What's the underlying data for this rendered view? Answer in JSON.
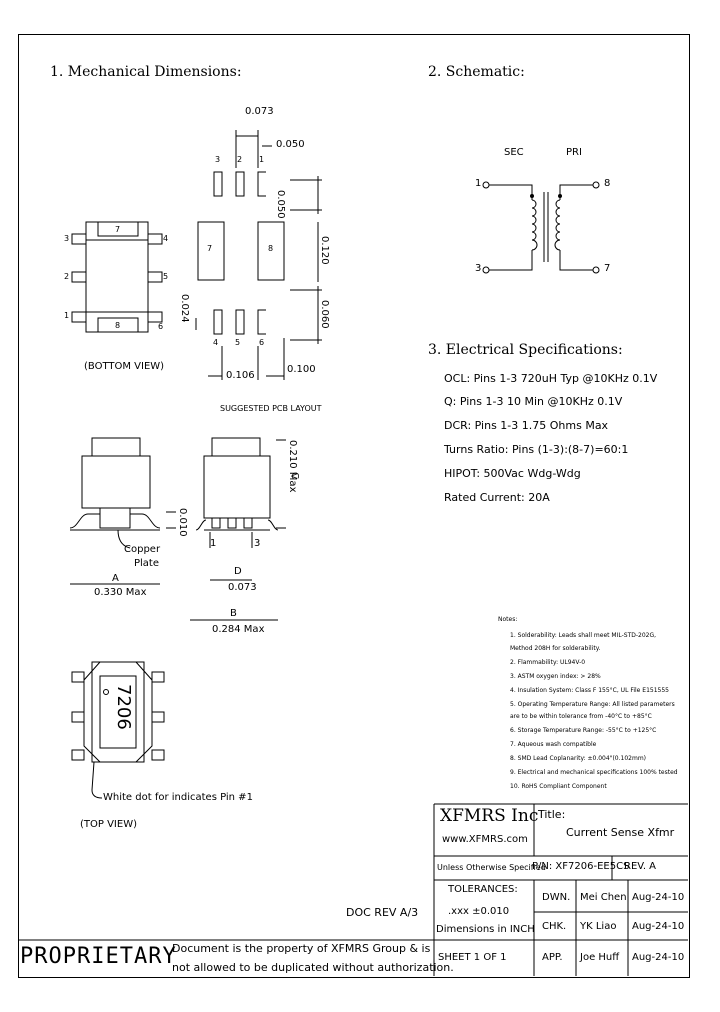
{
  "sections": {
    "mech": "1. Mechanical Dimensions:",
    "schem": "2. Schematic:",
    "elec": "3. Electrical Specifications:"
  },
  "pcb": {
    "dim_073": "0.073",
    "dim_050": "0.050",
    "dim_050v": "0.050",
    "dim_120": "0.120",
    "dim_060": "0.060",
    "dim_024": "0.024",
    "dim_106": "0.106",
    "dim_100": "0.100",
    "pins_top": [
      "3",
      "2",
      "1"
    ],
    "pins_bottom": [
      "4",
      "5",
      "6"
    ],
    "pad_left": "7",
    "pad_right": "8",
    "caption": "SUGGESTED PCB LAYOUT"
  },
  "bottom_view": {
    "pins_left": [
      "3",
      "2",
      "1"
    ],
    "pins_right": [
      "4",
      "5",
      "6"
    ],
    "pad_top": "7",
    "pad_bottom": "8",
    "caption": "(BOTTOM VIEW)"
  },
  "side": {
    "copper": "Copper",
    "plate": "Plate",
    "a_label": "A",
    "a_value": "0.330 Max",
    "dim_010": "0.010",
    "c_label": "C",
    "c_value": "0.210 Max",
    "pin1": "1",
    "pin3": "3",
    "d_label": "D",
    "d_value": "0.073",
    "b_label": "B",
    "b_value": "0.284 Max"
  },
  "top_view": {
    "marking": "7206",
    "white_dot": "White dot for indicates Pin #1",
    "caption": "(TOP VIEW)"
  },
  "schematic": {
    "sec": "SEC",
    "pri": "PRI",
    "p1": "1",
    "p3": "3",
    "p8": "8",
    "p7": "7"
  },
  "specs": [
    "OCL: Pins 1-3 720uH Typ @10KHz 0.1V",
    "Q: Pins 1-3 10 Min @10KHz 0.1V",
    "DCR: Pins 1-3 1.75 Ohms Max",
    "Turns Ratio: Pins (1-3):(8-7)=60:1",
    "HIPOT: 500Vac Wdg-Wdg",
    "Rated Current: 20A"
  ],
  "notes": {
    "title": "Notes:",
    "items": [
      "1. Solderability: Leads shall meet MIL-STD-202G,",
      "    Method 208H for solderability.",
      "2. Flammability: UL94V-0",
      "3. ASTM oxygen index: > 28%",
      "4. Insulation System: Class F 155°C, UL File E151555",
      "5. Operating Temperature Range: All listed parameters",
      "    are to be within tolerance from -40°C to +85°C",
      "6. Storage Temperature Range: -55°C to +125°C",
      "7. Aqueous wash compatible",
      "8. SMD Lead Coplanarity: ±0.004\"(0.102mm)",
      "9. Electrical and mechanical specifications 100% tested",
      "10. RoHS Compliant Component"
    ]
  },
  "title_block": {
    "company": "XFMRS Inc",
    "website": "www.XFMRS.com",
    "title_label": "Title:",
    "title_value": "Current Sense Xfmr",
    "unless": "Unless Otherwise Specified",
    "pn": "P/N: XF7206-EE5CS",
    "rev": "REV. A",
    "tol1": "TOLERANCES:",
    "tol2": ".xxx ±0.010",
    "tol3": "Dimensions in INCH",
    "dwn": "DWN.",
    "dwn_name": "Mei Chen",
    "dwn_date": "Aug-24-10",
    "chk": "CHK.",
    "chk_name": "YK Liao",
    "chk_date": "Aug-24-10",
    "sheet": "SHEET 1 OF 1",
    "app": "APP.",
    "app_name": "Joe Huff",
    "app_date": "Aug-24-10",
    "doc_rev": "DOC REV A/3",
    "proprietary": "PROPRIETARY",
    "doc_text1": "Document is the property of XFMRS Group & is",
    "doc_text2": "not allowed to be duplicated without authorization."
  }
}
